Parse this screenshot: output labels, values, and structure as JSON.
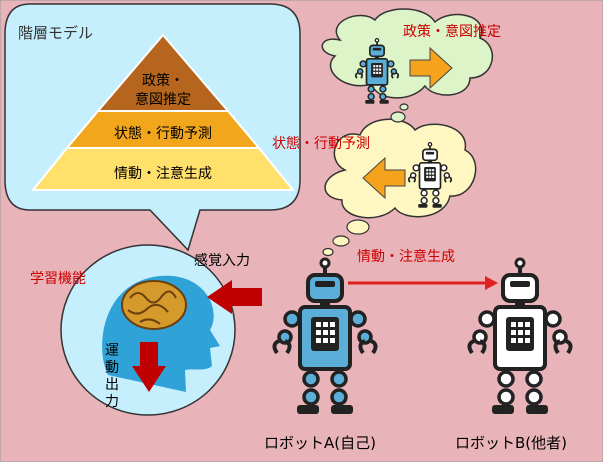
{
  "hierarchy_model": {
    "title": "階層モデル",
    "levels": [
      {
        "line1": "政策・",
        "line2": "意図推定",
        "color": "#B5651D"
      },
      {
        "line1": "状態・行動予測",
        "color": "#F2A61C"
      },
      {
        "line1": "情動・注意生成",
        "color": "#FFE06B"
      }
    ]
  },
  "labels": {
    "policy_intent": "政策・意図推定",
    "state_action": "状態・行動予測",
    "emotion_attention": "情動・注意生成",
    "learning": "学習機能",
    "sensory_input": "感覚入力",
    "motor_output": [
      "運",
      "動",
      "出",
      "力"
    ],
    "robot_a": "ロボットA(自己)",
    "robot_b": "ロボットB(他者)"
  },
  "colors": {
    "background": "#E8B3B9",
    "speech_bubble": "#C6EFFD",
    "thought_cloud_top": "#DDF3C8",
    "thought_cloud_mid": "#FFF7C2",
    "arrow_red": "#C00000",
    "arrow_orange": "#F5A21C",
    "robot_head_blue": "#5AAED8",
    "label_red": "#CC0000"
  },
  "icons": [
    "brain-head-icon",
    "robot-icon"
  ]
}
